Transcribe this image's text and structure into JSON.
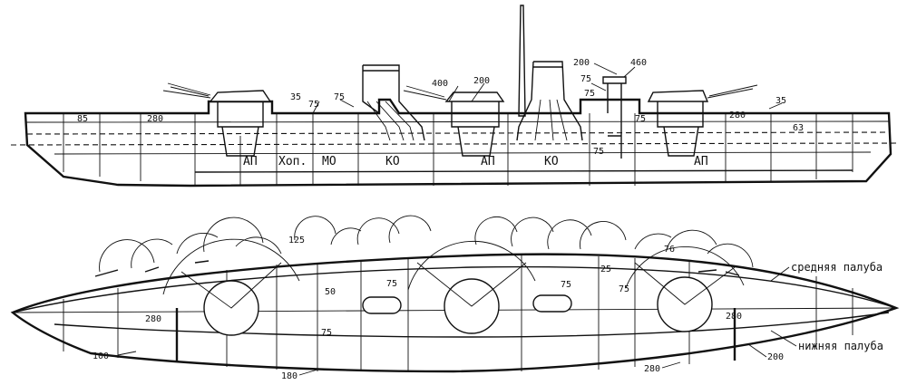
{
  "side_view": {
    "compartments": {
      "ap_fore": "АП",
      "hop": "Хоп.",
      "mo": "МО",
      "ko_1": "КО",
      "ap_mid": "АП",
      "ko_2": "КО",
      "ap_aft": "АП"
    },
    "armor_labels": {
      "deck_bow": "85",
      "deck_aft": "63",
      "barbette_fore": "280",
      "barbette_aft": "280",
      "upper_fore": "35",
      "upper_aft": "35",
      "casemate_fore": "75",
      "funnel_fore": "75",
      "mid_400": "400",
      "mid_200": "200",
      "tower_200": "200",
      "tower_460": "460",
      "tower_75": "75",
      "tower_75b": "75",
      "lower_75": "75",
      "lower_75b": "75"
    }
  },
  "plan_view": {
    "armor_labels": {
      "top_125": "125",
      "belt_50": "50",
      "inner_75_1": "75",
      "inner_75_2": "75",
      "inner_75_3": "75",
      "inner_25": "25",
      "inner_76": "76",
      "lower_75": "75",
      "side_280_left": "280",
      "side_280_right": "280",
      "bottom_100": "100",
      "bottom_180": "180",
      "bottom_280": "280",
      "stern_200": "200"
    },
    "deck_labels": {
      "middle": "средняя палуба",
      "lower": "нижняя палуба"
    }
  }
}
